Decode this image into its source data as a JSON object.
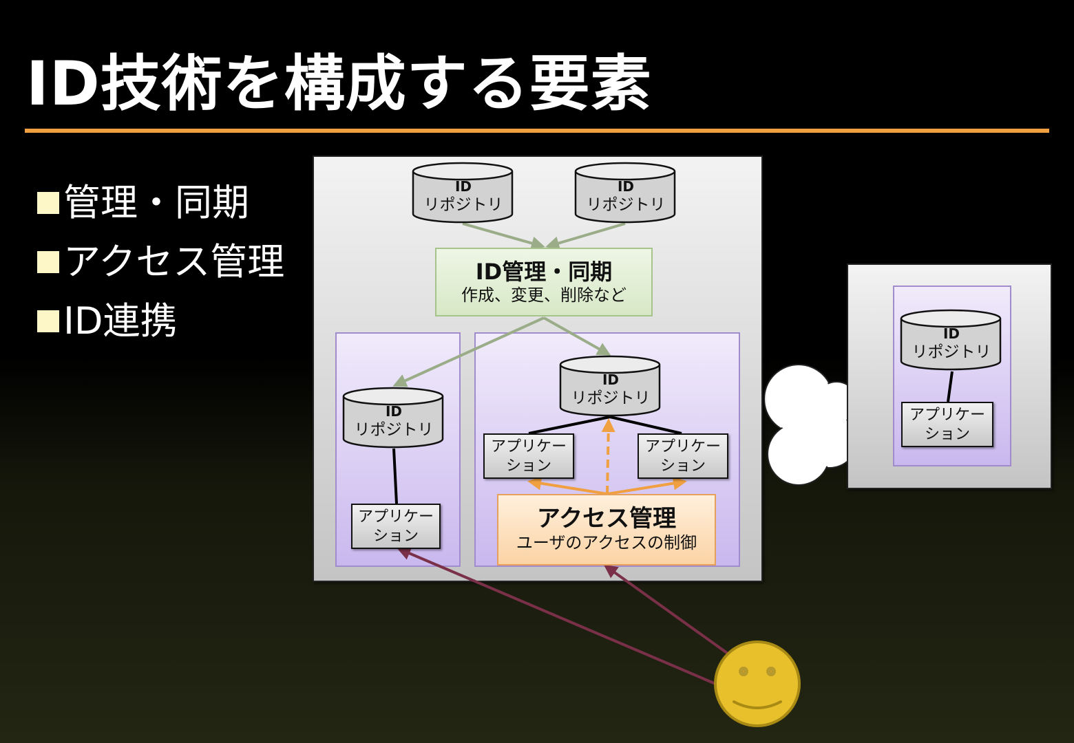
{
  "title": "ID技術を構成する要素",
  "bullets": [
    "管理・同期",
    "アクセス管理",
    "ID連携"
  ],
  "diagram": {
    "repository_label_1": "ID",
    "repository_label_2": "リポジトリ",
    "application_label_1": "アプリケー",
    "application_label_2": "ション",
    "id_management": {
      "title": "ID管理・同期",
      "subtitle": "作成、変更、削除など"
    },
    "access_management": {
      "title": "アクセス管理",
      "subtitle": "ユーザのアクセスの制御"
    }
  },
  "colors": {
    "title_rule": "#f0a040",
    "bullet_square": "#fdf6c6",
    "sync_arrow": "#9aad88",
    "access_arrow": "#f0a040",
    "user_arrow": "#7a3048",
    "user_face": "#e8c02c"
  },
  "icons": [
    "database-icon",
    "cloud-icon",
    "smiley-user-icon"
  ]
}
